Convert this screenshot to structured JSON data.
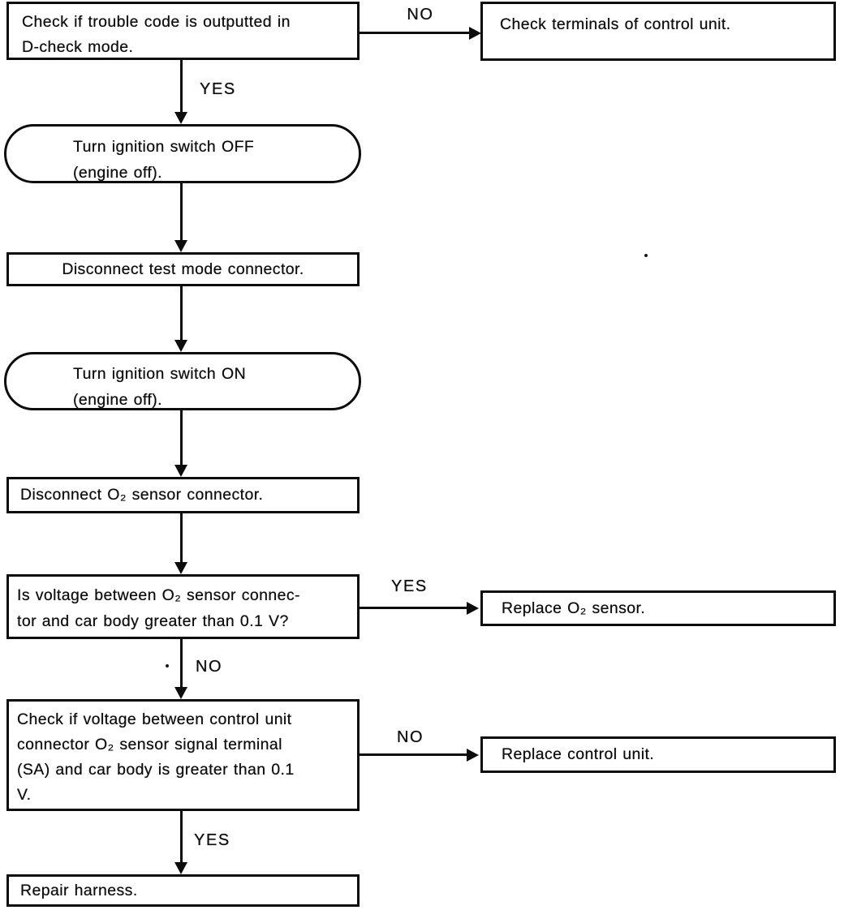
{
  "diagram": {
    "type": "flowchart",
    "ink_color": "#0c0c0c",
    "background_color": "#ffffff",
    "nodes": {
      "check_trouble_code": {
        "shape": "rect",
        "lines": [
          "Check if trouble code is outputted in",
          "D-check mode."
        ]
      },
      "check_terminals": {
        "shape": "rect",
        "label": "Check terminals of control unit."
      },
      "ignition_off": {
        "shape": "rounded",
        "lines": [
          "Turn ignition switch OFF",
          "(engine off)."
        ]
      },
      "disconnect_test_mode": {
        "shape": "rect",
        "label": "Disconnect test mode connector."
      },
      "ignition_on": {
        "shape": "rounded",
        "lines": [
          "Turn ignition switch ON",
          "(engine off)."
        ]
      },
      "disconnect_o2_sensor": {
        "shape": "rect",
        "label": "Disconnect O₂ sensor connector."
      },
      "voltage_question": {
        "shape": "rect",
        "lines": [
          "Is voltage between O₂ sensor connec-",
          "tor and car body greater than 0.1 V?"
        ]
      },
      "replace_o2_sensor": {
        "shape": "rect",
        "label": "Replace O₂ sensor."
      },
      "check_control_unit_voltage": {
        "shape": "rect",
        "lines": [
          "Check if voltage between control unit",
          "connector O₂  sensor signal terminal",
          "(SA) and car body is greater than 0.1",
          "V."
        ]
      },
      "replace_control_unit": {
        "shape": "rect",
        "label": "Replace control unit."
      },
      "repair_harness": {
        "shape": "rect",
        "label": "Repair harness."
      }
    },
    "edge_labels": {
      "no_top": "NO",
      "yes_1": "YES",
      "yes_2": "YES",
      "no_2": "NO",
      "no_3": "NO",
      "yes_3": "YES"
    }
  }
}
